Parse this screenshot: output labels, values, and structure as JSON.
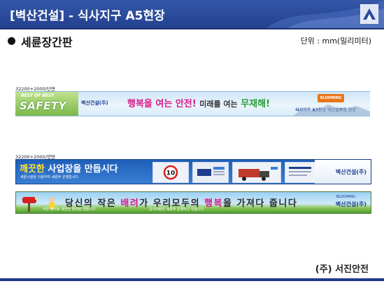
{
  "header": {
    "title": "[벽산건설] - 식사지구 A5현장"
  },
  "section": {
    "title": "세륜장간판",
    "unit": "단위 : mm(밀리미터)"
  },
  "banner1": {
    "spec": "32200+2000/단면",
    "best": "BEST OF BEST",
    "safety": "SAFETY",
    "company": "벽산건설(주)",
    "slogan_a": "행복을 여는 안전!",
    "slogan_b": "미래를 여는",
    "slogan_c": "무재해!",
    "badge": "BLOOMING",
    "small": "식사지구 A5현장 벽산블루밍 현장"
  },
  "banner2": {
    "spec": "32200+2000/양면",
    "title_a": "깨끗한",
    "title_b": " 사업장을 만듭시다",
    "sub": "세륜시설을 이용하여 세륜후 운행합시다",
    "panel_speed": "10",
    "company": "벽산건설(주)"
  },
  "banner3": {
    "text_a": "당신의 작은 ",
    "text_b": "배려",
    "text_c": "가 우리모두의 ",
    "text_d": "행복",
    "text_e": "을 가져다 줍니다",
    "sub_l": "작은 배려로 깨끗한 환경을 만듭니다",
    "sub": "공사차량은 세륜후 운행하고 있습니다",
    "company_sm": "BLOOMING",
    "company": "벽산건설(주)"
  },
  "footer": {
    "logo": "(주) 서진안전"
  },
  "colors": {
    "header": "#2b4a9c",
    "brand_blue": "#1e3d8f",
    "pink": "#d81b8a",
    "green": "#2a9d3a"
  }
}
